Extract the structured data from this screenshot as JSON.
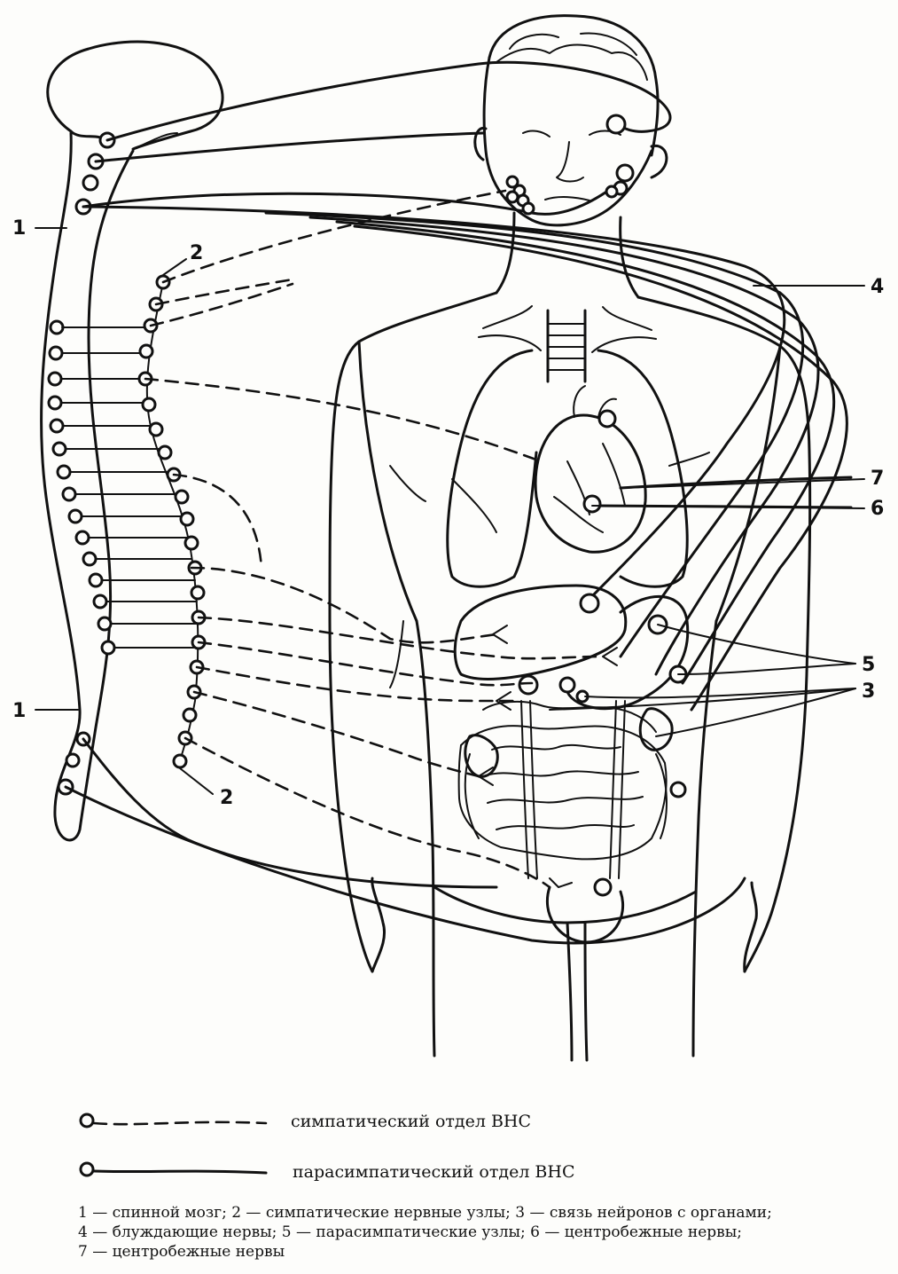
{
  "callouts": {
    "spinal_cord_top": "1",
    "spinal_cord_bottom": "1",
    "sympathetic_chain_top": "2",
    "sympathetic_chain_bottom": "2",
    "vagus_nerves": "4",
    "centrifugal_nerves_7": "7",
    "centrifugal_nerves_6": "6",
    "parasympathetic_nodes": "5",
    "neuron_organ_links": "3"
  },
  "legend": {
    "sympathetic": "симпатический отдел ВНС",
    "parasympathetic": "парасимпатический отдел ВНС"
  },
  "caption": {
    "line1": "1 — спинной мозг; 2 — симпатические нервные узлы; 3 — связь нейронов с органами;",
    "line2": "4 — блуждающие нервы; 5 — парасимпатические узлы; 6 — центробежные нервы;",
    "line3": "7 — центробежные нервы"
  }
}
